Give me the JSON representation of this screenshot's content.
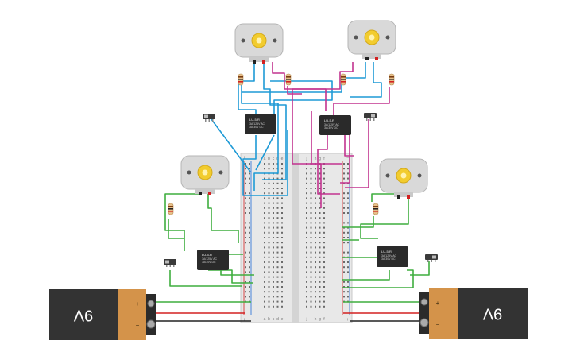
{
  "batteries": [
    {
      "id": "battery-left",
      "label": "9V",
      "plus": "+",
      "minus": "−"
    },
    {
      "id": "battery-right",
      "label": "9V",
      "plus": "+",
      "minus": "−"
    }
  ],
  "relays": [
    {
      "id": "relay-top-left",
      "line1": "LU-5-R",
      "line2": "3A/125V AC",
      "line3": "3A/30V DC"
    },
    {
      "id": "relay-top-right",
      "line1": "LU-5-R",
      "line2": "3A/125V AC",
      "line3": "3A/30V DC"
    },
    {
      "id": "relay-bottom-left",
      "line1": "LU-5-R",
      "line2": "3A/125V AC",
      "line3": "3A/30V DC"
    },
    {
      "id": "relay-bottom-right",
      "line1": "LU-5-R",
      "line2": "3A/125V AC",
      "line3": "3A/30V DC"
    }
  ],
  "breadboard": {
    "cols_left": [
      "a",
      "b",
      "c",
      "d",
      "e"
    ],
    "cols_right": [
      "f",
      "g",
      "h",
      "i",
      "j"
    ],
    "row_count": 30,
    "rail_plus": "+",
    "rail_minus": "−"
  },
  "colors": {
    "wire_blue": "#1e9ad6",
    "wire_magenta": "#c2338f",
    "wire_green": "#3fae3f",
    "wire_red": "#d32020",
    "wire_black": "#222222",
    "battery_body": "#333333",
    "battery_cap": "#d4934a",
    "motor_body": "#d9d9d9",
    "motor_gear": "#f2cc2e",
    "relay_body": "#2a2a2a"
  }
}
